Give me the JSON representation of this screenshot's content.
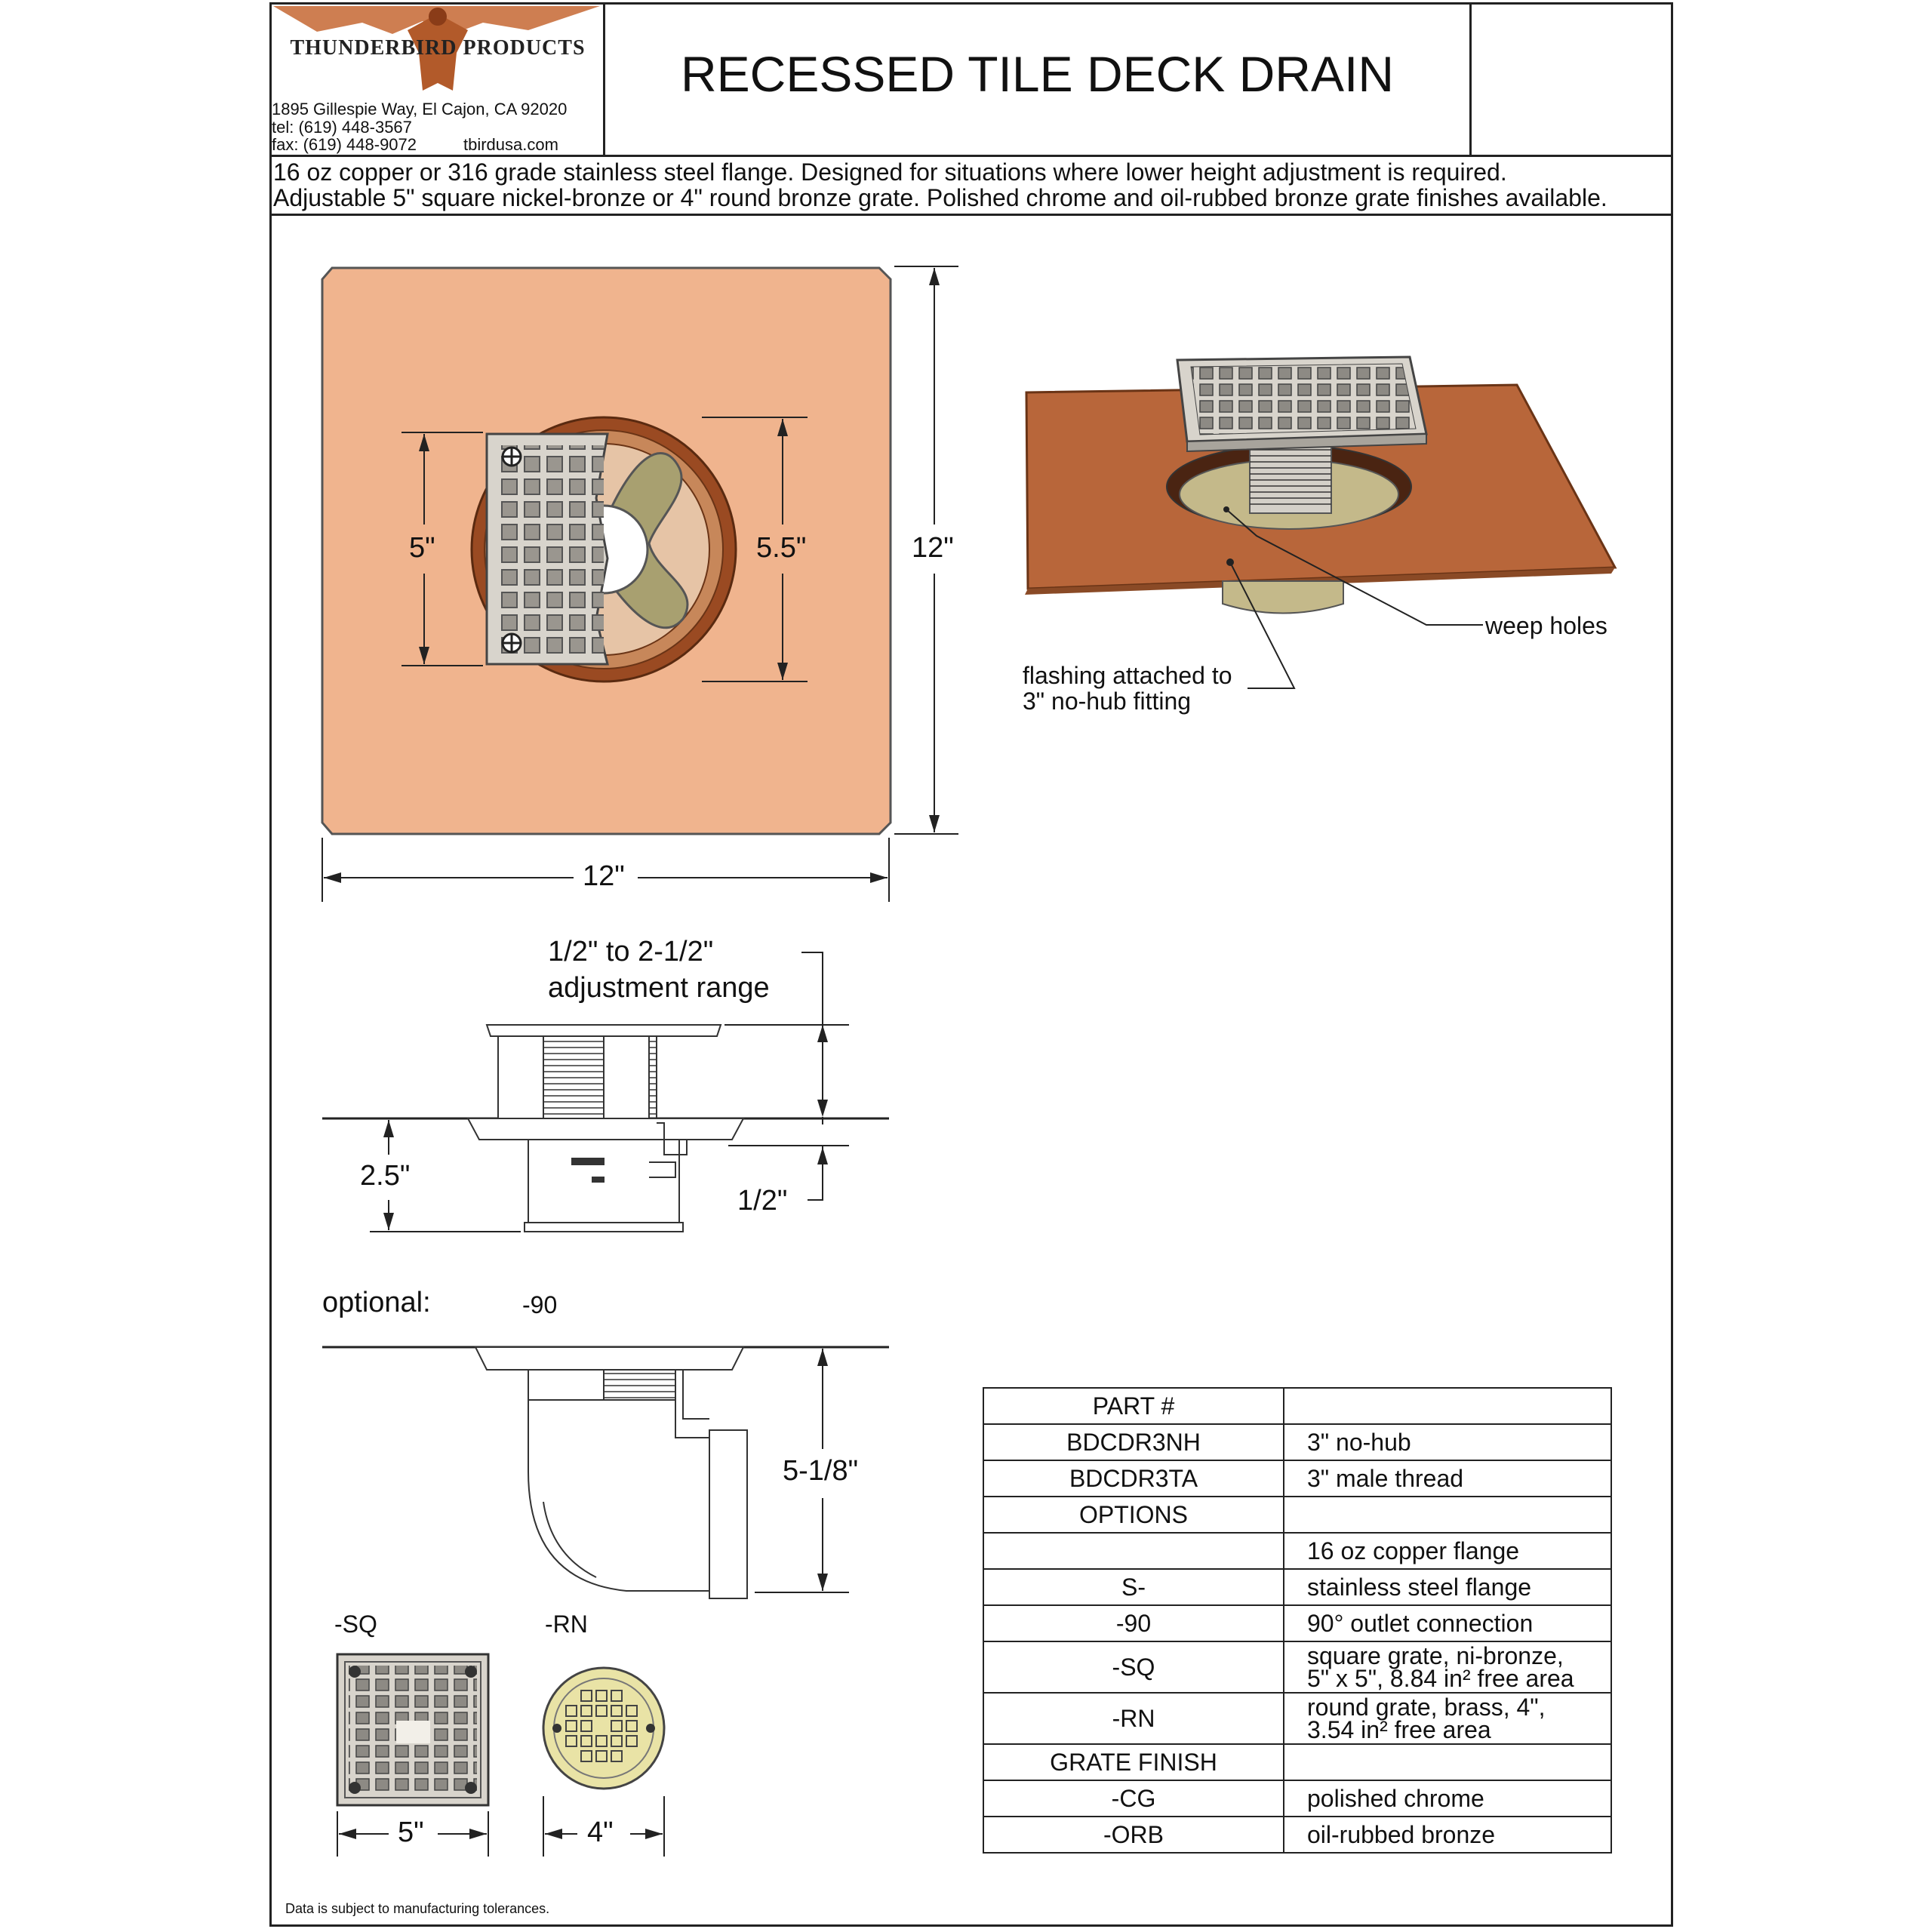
{
  "header": {
    "company": "THUNDERBIRD PRODUCTS",
    "address_line": "1895 Gillespie Way,  El Cajon,  CA 92020",
    "tel": "tel:  (619) 448-3567",
    "fax": "fax: (619) 448-9072",
    "website": "tbirdusa.com",
    "title": "RECESSED TILE DECK DRAIN"
  },
  "description": {
    "line1": "16 oz copper or 316 grade stainless steel flange. Designed for situations where lower height adjustment is required.",
    "line2": "Adjustable 5\" square nickel-bronze or 4\" round bronze grate. Polished chrome and oil-rubbed bronze grate finishes available."
  },
  "top_view": {
    "dim_grate": "5\"",
    "dim_ring": "5.5\"",
    "dim_height": "12\"",
    "dim_width": "12\""
  },
  "iso_view": {
    "callout_weep": "weep holes",
    "callout_flashing_1": "flashing attached to",
    "callout_flashing_2": "3\" no-hub fitting"
  },
  "section_view": {
    "adj_1": "1/2\" to 2-1/2\"",
    "adj_2": "adjustment range",
    "dim_depth": "2.5\"",
    "dim_half": "1/2\""
  },
  "optional": {
    "label": "optional:",
    "code": "-90",
    "dim_elbow": "5-1/8\""
  },
  "grates": {
    "sq_code": "-SQ",
    "rn_code": "-RN",
    "sq_dim": "5\"",
    "rn_dim": "4\""
  },
  "table": {
    "rows": [
      {
        "code": "PART #",
        "desc": ""
      },
      {
        "code": "BDCDR3NH",
        "desc": "3\" no-hub"
      },
      {
        "code": "BDCDR3TA",
        "desc": "3\" male thread"
      },
      {
        "code": "OPTIONS",
        "desc": ""
      },
      {
        "code": "",
        "desc": "16 oz copper flange"
      },
      {
        "code": "S-",
        "desc": "stainless steel flange"
      },
      {
        "code": "-90",
        "desc": "90° outlet connection"
      },
      {
        "code": "-SQ",
        "desc": "square grate, ni-bronze,",
        "desc2": "5\" x 5\", 8.84 in² free area"
      },
      {
        "code": "-RN",
        "desc": "round grate, brass, 4\",",
        "desc2": "3.54 in² free area"
      },
      {
        "code": "GRATE FINISH",
        "desc": ""
      },
      {
        "code": "-CG",
        "desc": "polished chrome"
      },
      {
        "code": "-ORB",
        "desc": "oil-rubbed bronze"
      }
    ]
  },
  "footer": "Data is subject to manufacturing tolerances.",
  "colors": {
    "copper_flat": "#f0b48e",
    "copper_iso": "#b8663a",
    "grate_metal": "#d8d4cc",
    "brass": "#e9e3a6",
    "spider": "#a8a070"
  }
}
